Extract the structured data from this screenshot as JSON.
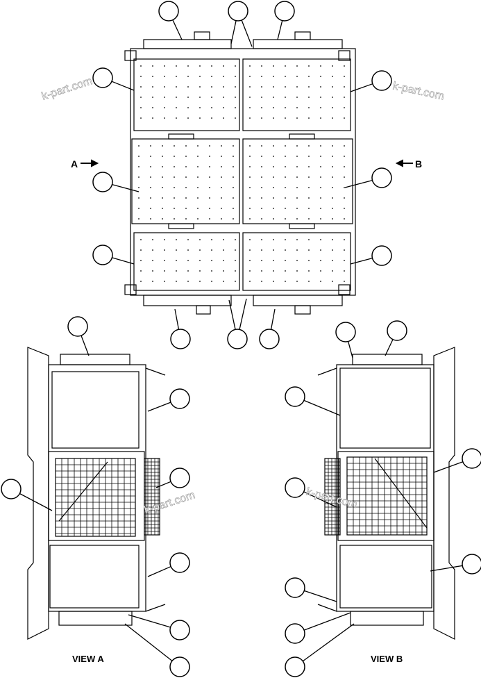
{
  "diagram": {
    "arrow_a_label": "A",
    "arrow_b_label": "B",
    "view_a_caption": "VIEW A",
    "view_b_caption": "VIEW B",
    "watermark": "k-part.com",
    "callout_count": 28,
    "line_color": "#000000",
    "watermark_color": "#999999"
  }
}
